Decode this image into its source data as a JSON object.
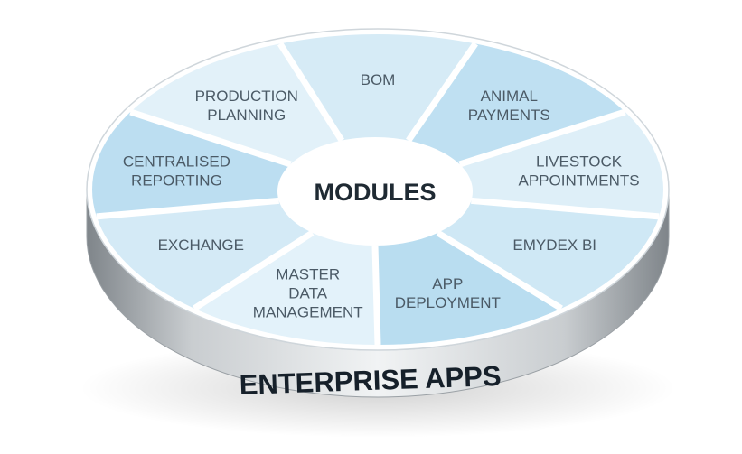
{
  "center": {
    "label": "MODULES"
  },
  "base": {
    "label": "ENTERPRISE APPS"
  },
  "modules": [
    {
      "lines": [
        "BOM"
      ],
      "color": "#d6ebf6"
    },
    {
      "lines": [
        "ANIMAL",
        "PAYMENTS"
      ],
      "color": "#bfe0f2"
    },
    {
      "lines": [
        "LIVESTOCK",
        "APPOINTMENTS"
      ],
      "color": "#deeff8"
    },
    {
      "lines": [
        "EMYDEX BI"
      ],
      "color": "#cfe8f5"
    },
    {
      "lines": [
        "APP",
        "DEPLOYMENT"
      ],
      "color": "#b9ddf0"
    },
    {
      "lines": [
        "MASTER",
        "DATA",
        "MANAGEMENT"
      ],
      "color": "#e3f2fa"
    },
    {
      "lines": [
        "EXCHANGE"
      ],
      "color": "#d4eaf6"
    },
    {
      "lines": [
        "CENTRALISED",
        "REPORTING"
      ],
      "color": "#bcdef1"
    },
    {
      "lines": [
        "PRODUCTION",
        "PLANNING"
      ],
      "color": "#e2f1f9"
    }
  ],
  "colors": {
    "divider": "#ffffff",
    "hub": "#ffffff",
    "side_dark": "#8a8f94",
    "side_light": "#e9ecee"
  }
}
